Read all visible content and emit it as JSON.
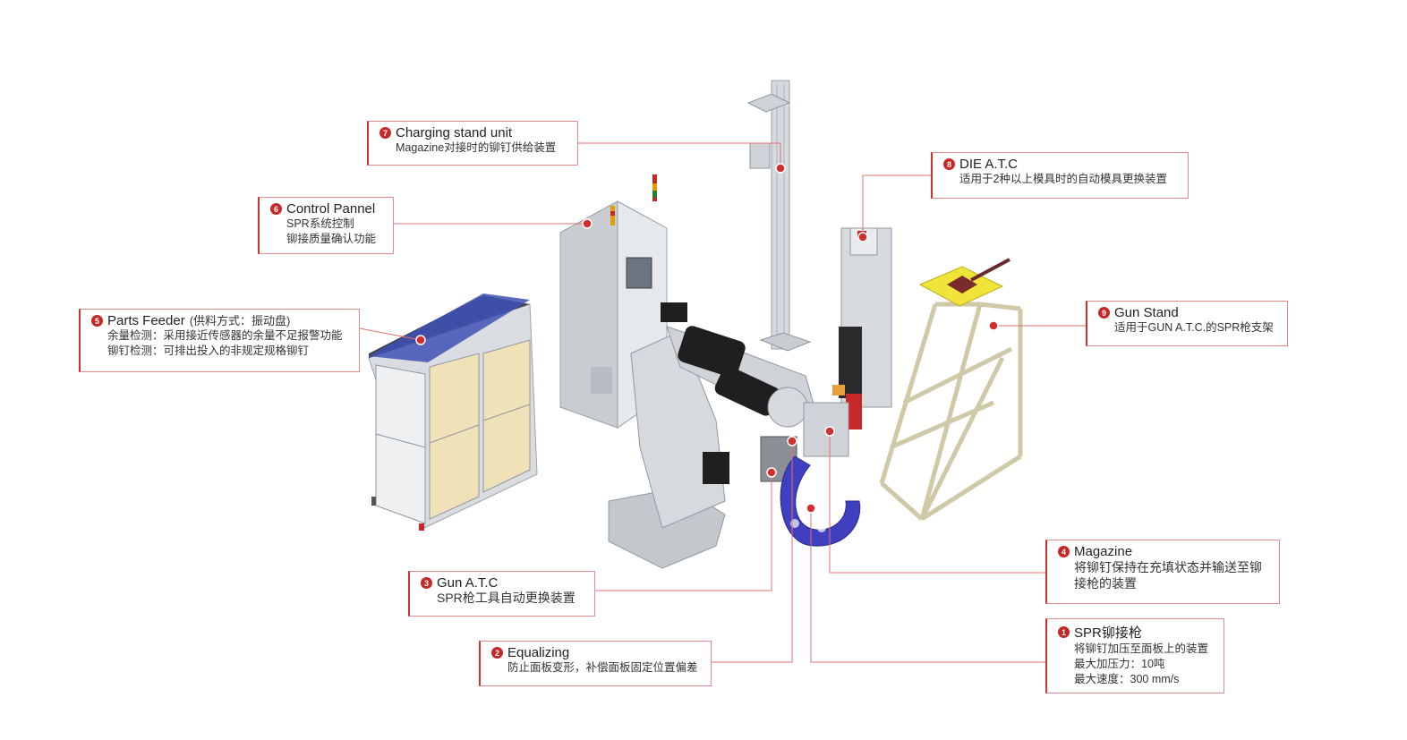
{
  "accent_color": "#c62828",
  "callouts": {
    "c7": {
      "num": "7",
      "title": "Charging stand unit",
      "lines": [
        "Magazine对接时的铆钉供给装置"
      ]
    },
    "c6": {
      "num": "6",
      "title": "Control Pannel",
      "lines": [
        "SPR系统控制",
        "铆接质量确认功能"
      ]
    },
    "c5": {
      "num": "5",
      "title": "Parts Feeder",
      "title_suffix": "(供料方式：振动盘)",
      "lines": [
        "余量检测：采用接近传感器的余量不足报警功能",
        "铆钉检测：可排出投入的非规定规格铆钉"
      ]
    },
    "c8": {
      "num": "8",
      "title": "DIE A.T.C",
      "lines": [
        "适用于2种以上模具时的自动模具更换装置"
      ]
    },
    "c9": {
      "num": "9",
      "title": "Gun Stand",
      "lines": [
        "适用于GUN A.T.C.的SPR枪支架"
      ]
    },
    "c4": {
      "num": "4",
      "title": "Magazine",
      "lines": [
        "将铆钉保持在充填状态并输送至铆接枪的装置"
      ]
    },
    "c3": {
      "num": "3",
      "title": "Gun A.T.C",
      "lines": [
        "SPR枪工具自动更换装置"
      ]
    },
    "c2": {
      "num": "2",
      "title": "Equalizing",
      "lines": [
        "防止面板变形，补偿面板固定位置偏差"
      ]
    },
    "c1": {
      "num": "1",
      "title": "SPR铆接枪",
      "lines": [
        "将铆钉加压至面板上的装置",
        "最大加压力：10吨",
        "最大速度：300 mm/s"
      ]
    }
  }
}
